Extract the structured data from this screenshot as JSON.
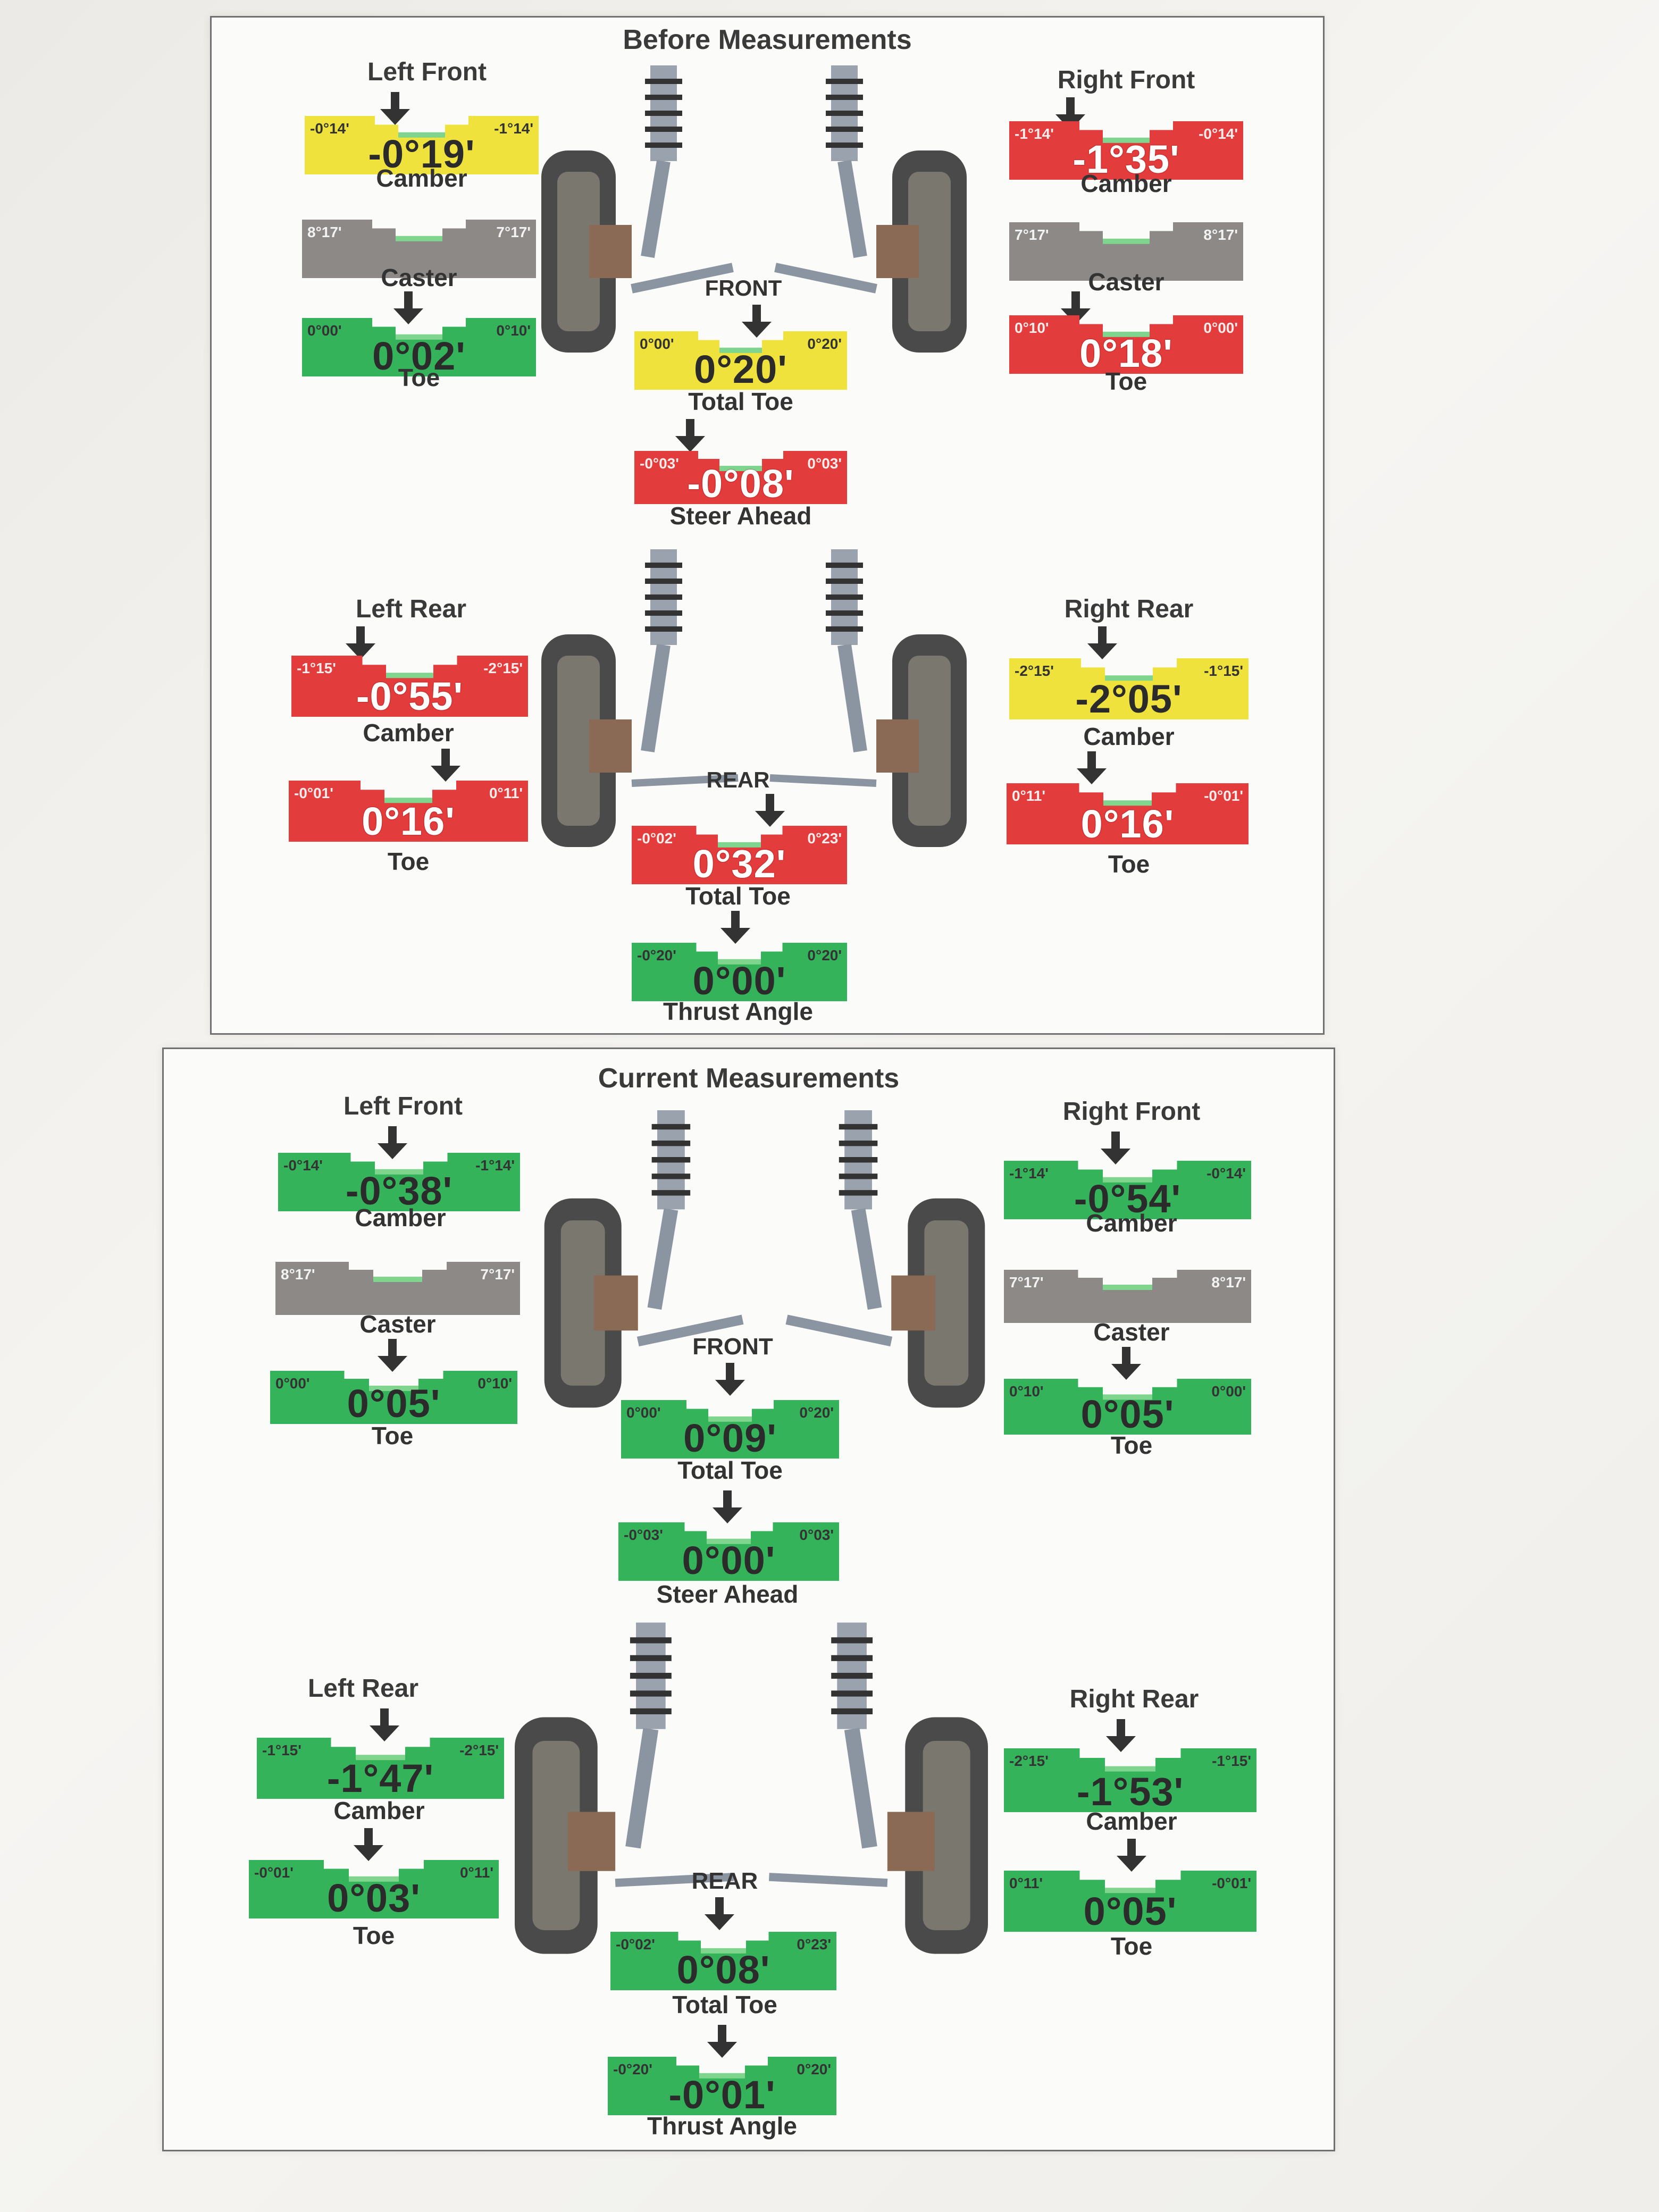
{
  "colors": {
    "red": "#e23c3c",
    "yellow": "#f0e23c",
    "green": "#35b35a",
    "grey": "#8c8987"
  },
  "before": {
    "title": "Before Measurements",
    "front_label": "FRONT",
    "rear_label": "REAR",
    "left_front": {
      "title": "Left Front",
      "camber": {
        "min": "-0°14'",
        "max": "-1°14'",
        "value": "-0°19'",
        "status": "yellow",
        "label": "Camber"
      },
      "caster": {
        "min": "8°17'",
        "max": "7°17'",
        "value": "",
        "status": "grey",
        "label": "Caster"
      },
      "toe": {
        "min": "0°00'",
        "max": "0°10'",
        "value": "0°02'",
        "status": "green",
        "label": "Toe"
      }
    },
    "right_front": {
      "title": "Right Front",
      "camber": {
        "min": "-1°14'",
        "max": "-0°14'",
        "value": "-1°35'",
        "status": "red",
        "label": "Camber"
      },
      "caster": {
        "min": "7°17'",
        "max": "8°17'",
        "value": "",
        "status": "grey",
        "label": "Caster"
      },
      "toe": {
        "min": "0°10'",
        "max": "0°00'",
        "value": "0°18'",
        "status": "red",
        "label": "Toe"
      }
    },
    "front_total_toe": {
      "min": "0°00'",
      "max": "0°20'",
      "value": "0°20'",
      "status": "yellow",
      "label": "Total Toe"
    },
    "steer_ahead": {
      "min": "-0°03'",
      "max": "0°03'",
      "value": "-0°08'",
      "status": "red",
      "label": "Steer Ahead"
    },
    "left_rear": {
      "title": "Left Rear",
      "camber": {
        "min": "-1°15'",
        "max": "-2°15'",
        "value": "-0°55'",
        "status": "red",
        "label": "Camber"
      },
      "toe": {
        "min": "-0°01'",
        "max": "0°11'",
        "value": "0°16'",
        "status": "red",
        "label": "Toe"
      }
    },
    "right_rear": {
      "title": "Right Rear",
      "camber": {
        "min": "-2°15'",
        "max": "-1°15'",
        "value": "-2°05'",
        "status": "yellow",
        "label": "Camber"
      },
      "toe": {
        "min": "0°11'",
        "max": "-0°01'",
        "value": "0°16'",
        "status": "red",
        "label": "Toe"
      }
    },
    "rear_total_toe": {
      "min": "-0°02'",
      "max": "0°23'",
      "value": "0°32'",
      "status": "red",
      "label": "Total Toe"
    },
    "thrust_angle": {
      "min": "-0°20'",
      "max": "0°20'",
      "value": "0°00'",
      "status": "green",
      "label": "Thrust Angle"
    }
  },
  "current": {
    "title": "Current Measurements",
    "front_label": "FRONT",
    "rear_label": "REAR",
    "left_front": {
      "title": "Left Front",
      "camber": {
        "min": "-0°14'",
        "max": "-1°14'",
        "value": "-0°38'",
        "status": "green",
        "label": "Camber"
      },
      "caster": {
        "min": "8°17'",
        "max": "7°17'",
        "value": "",
        "status": "grey",
        "label": "Caster"
      },
      "toe": {
        "min": "0°00'",
        "max": "0°10'",
        "value": "0°05'",
        "status": "green",
        "label": "Toe"
      }
    },
    "right_front": {
      "title": "Right Front",
      "camber": {
        "min": "-1°14'",
        "max": "-0°14'",
        "value": "-0°54'",
        "status": "green",
        "label": "Camber"
      },
      "caster": {
        "min": "7°17'",
        "max": "8°17'",
        "value": "",
        "status": "grey",
        "label": "Caster"
      },
      "toe": {
        "min": "0°10'",
        "max": "0°00'",
        "value": "0°05'",
        "status": "green",
        "label": "Toe"
      }
    },
    "front_total_toe": {
      "min": "0°00'",
      "max": "0°20'",
      "value": "0°09'",
      "status": "green",
      "label": "Total Toe"
    },
    "steer_ahead": {
      "min": "-0°03'",
      "max": "0°03'",
      "value": "0°00'",
      "status": "green",
      "label": "Steer Ahead"
    },
    "left_rear": {
      "title": "Left Rear",
      "camber": {
        "min": "-1°15'",
        "max": "-2°15'",
        "value": "-1°47'",
        "status": "green",
        "label": "Camber"
      },
      "toe": {
        "min": "-0°01'",
        "max": "0°11'",
        "value": "0°03'",
        "status": "green",
        "label": "Toe"
      }
    },
    "right_rear": {
      "title": "Right Rear",
      "camber": {
        "min": "-2°15'",
        "max": "-1°15'",
        "value": "-1°53'",
        "status": "green",
        "label": "Camber"
      },
      "toe": {
        "min": "0°11'",
        "max": "-0°01'",
        "value": "0°05'",
        "status": "green",
        "label": "Toe"
      }
    },
    "rear_total_toe": {
      "min": "-0°02'",
      "max": "0°23'",
      "value": "0°08'",
      "status": "green",
      "label": "Total Toe"
    },
    "thrust_angle": {
      "min": "-0°20'",
      "max": "0°20'",
      "value": "-0°01'",
      "status": "green",
      "label": "Thrust Angle"
    }
  }
}
